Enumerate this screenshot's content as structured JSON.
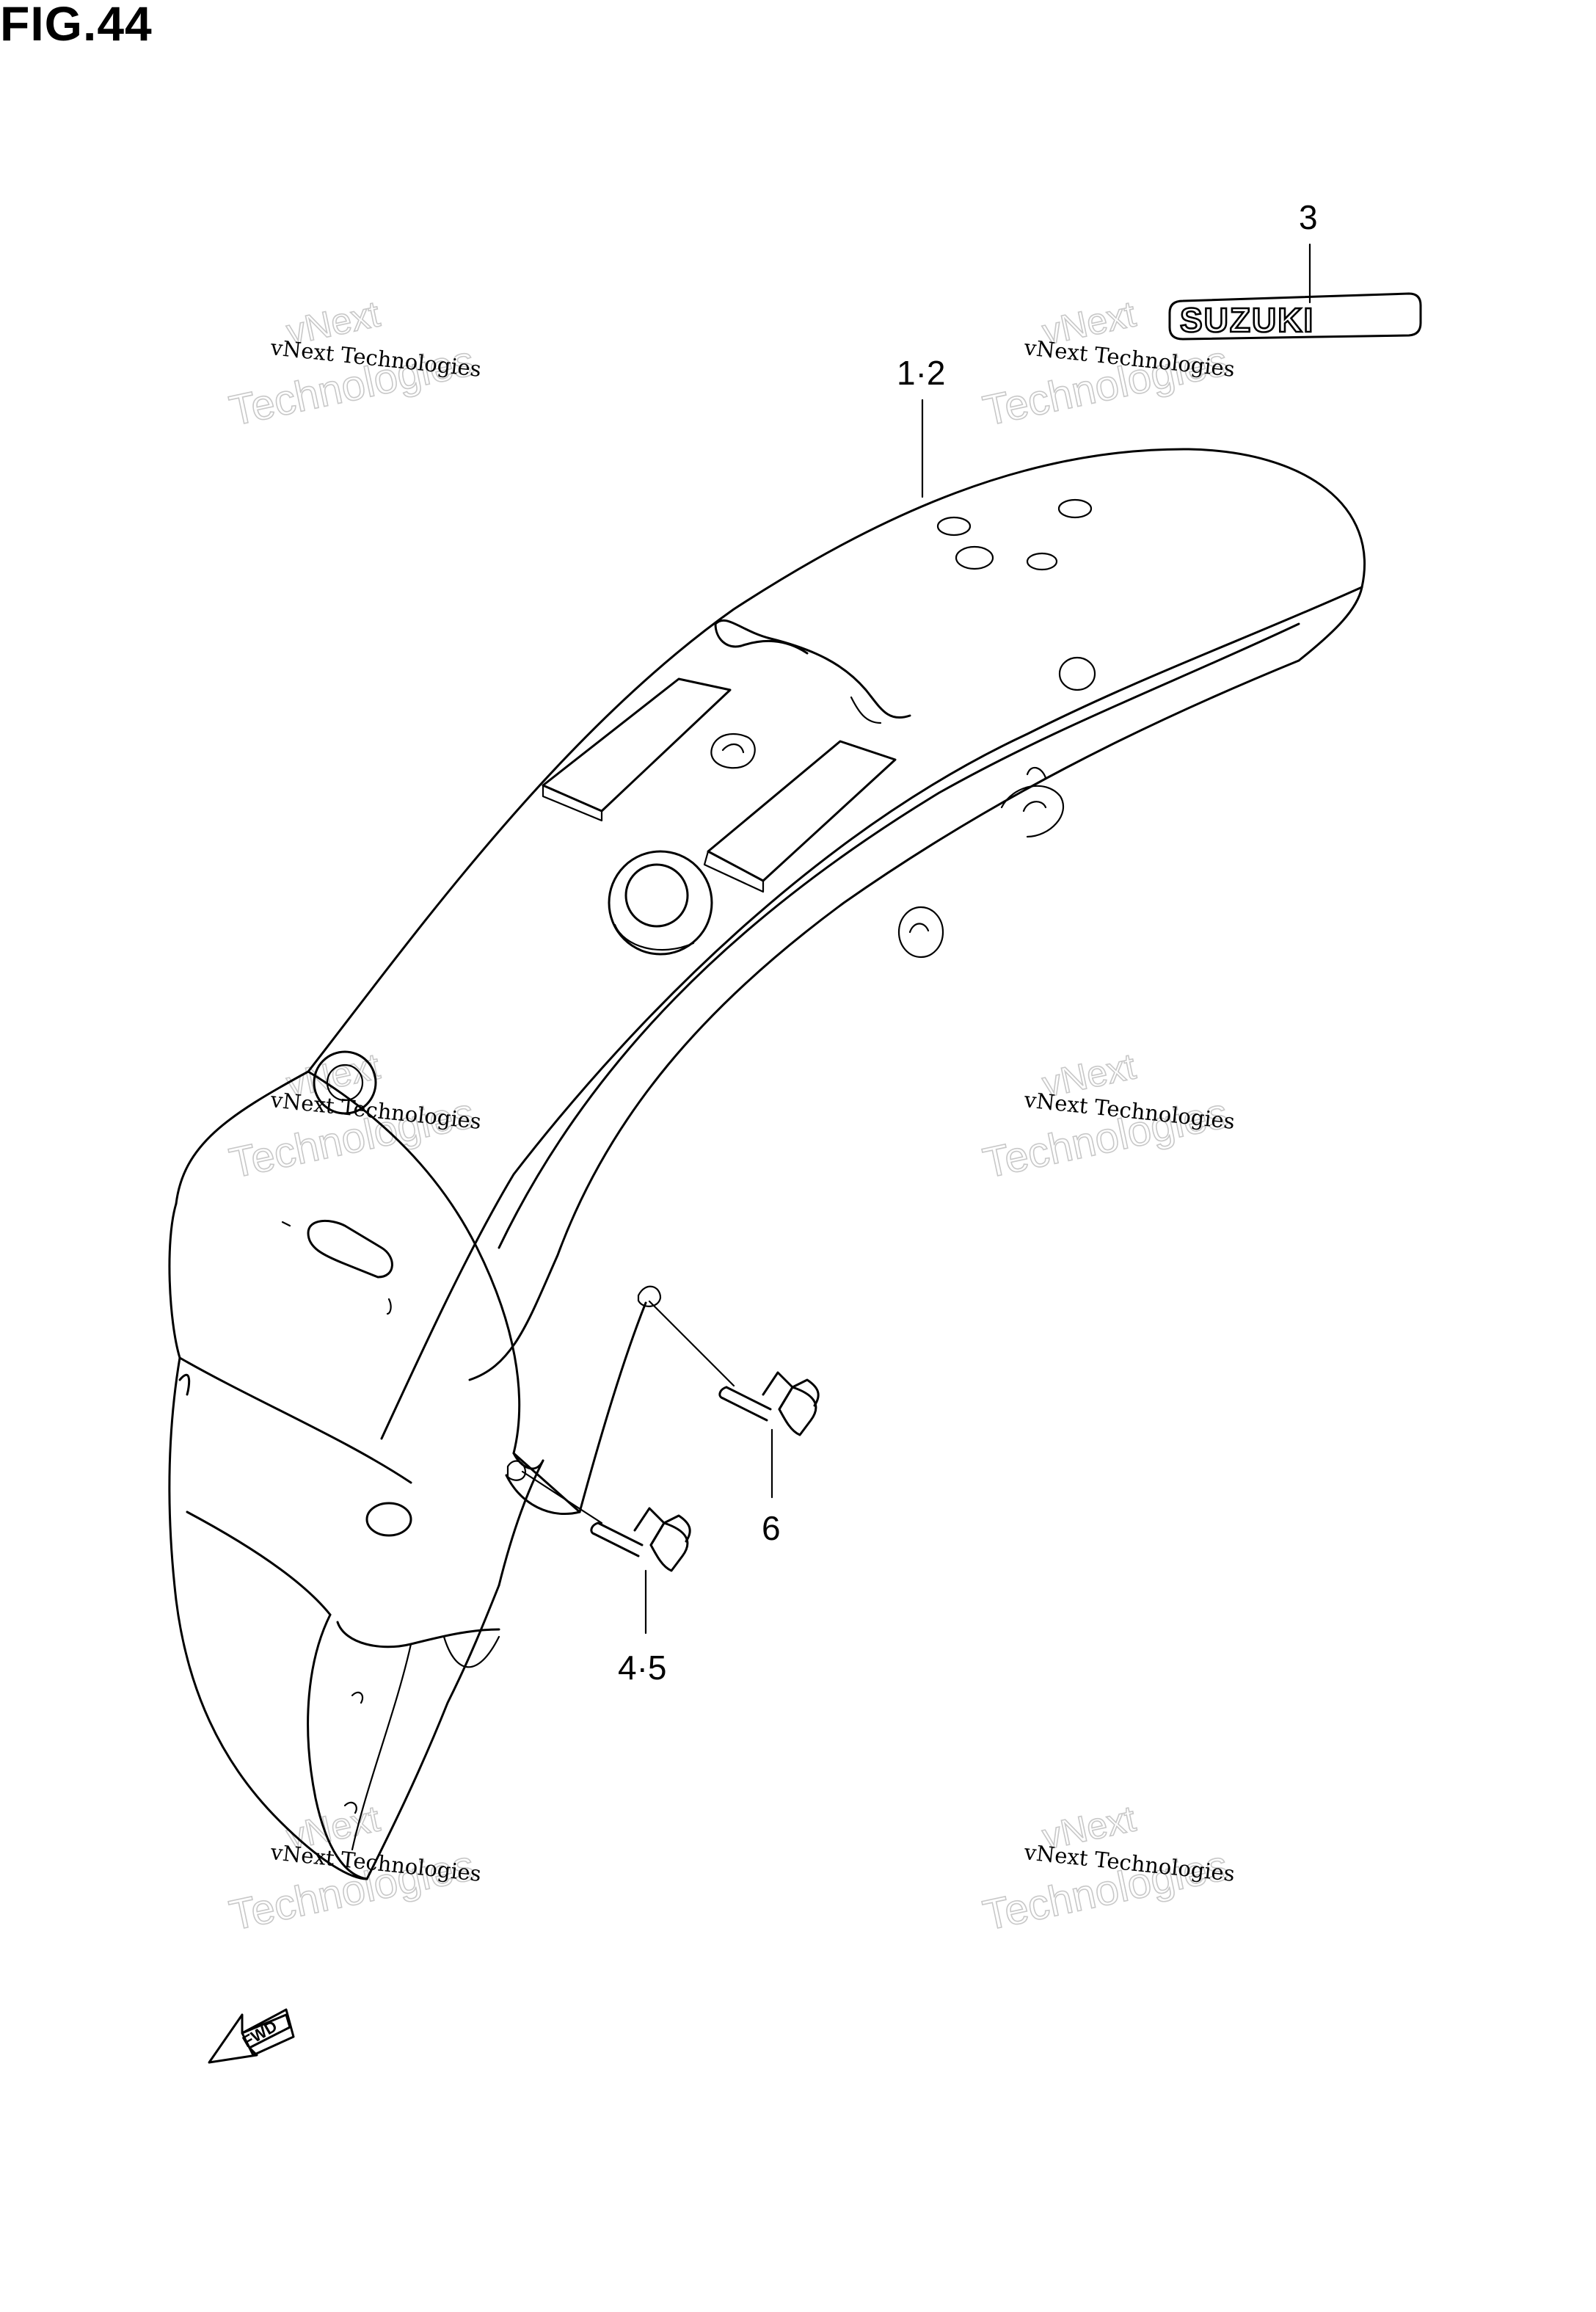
{
  "figure": {
    "title": "FIG.44"
  },
  "callouts": {
    "c3": "3",
    "c12": "1·2",
    "c6": "6",
    "c45": "4·5"
  },
  "emblem": {
    "text": "SUZUKI"
  },
  "direction_marker": {
    "text": "FWD"
  },
  "watermark": {
    "line": "vNext Technologies",
    "big": "Technologies",
    "small": "vNext"
  },
  "colors": {
    "ink": "#000000",
    "watermark": "#c8c8c8",
    "background": "#ffffff"
  }
}
